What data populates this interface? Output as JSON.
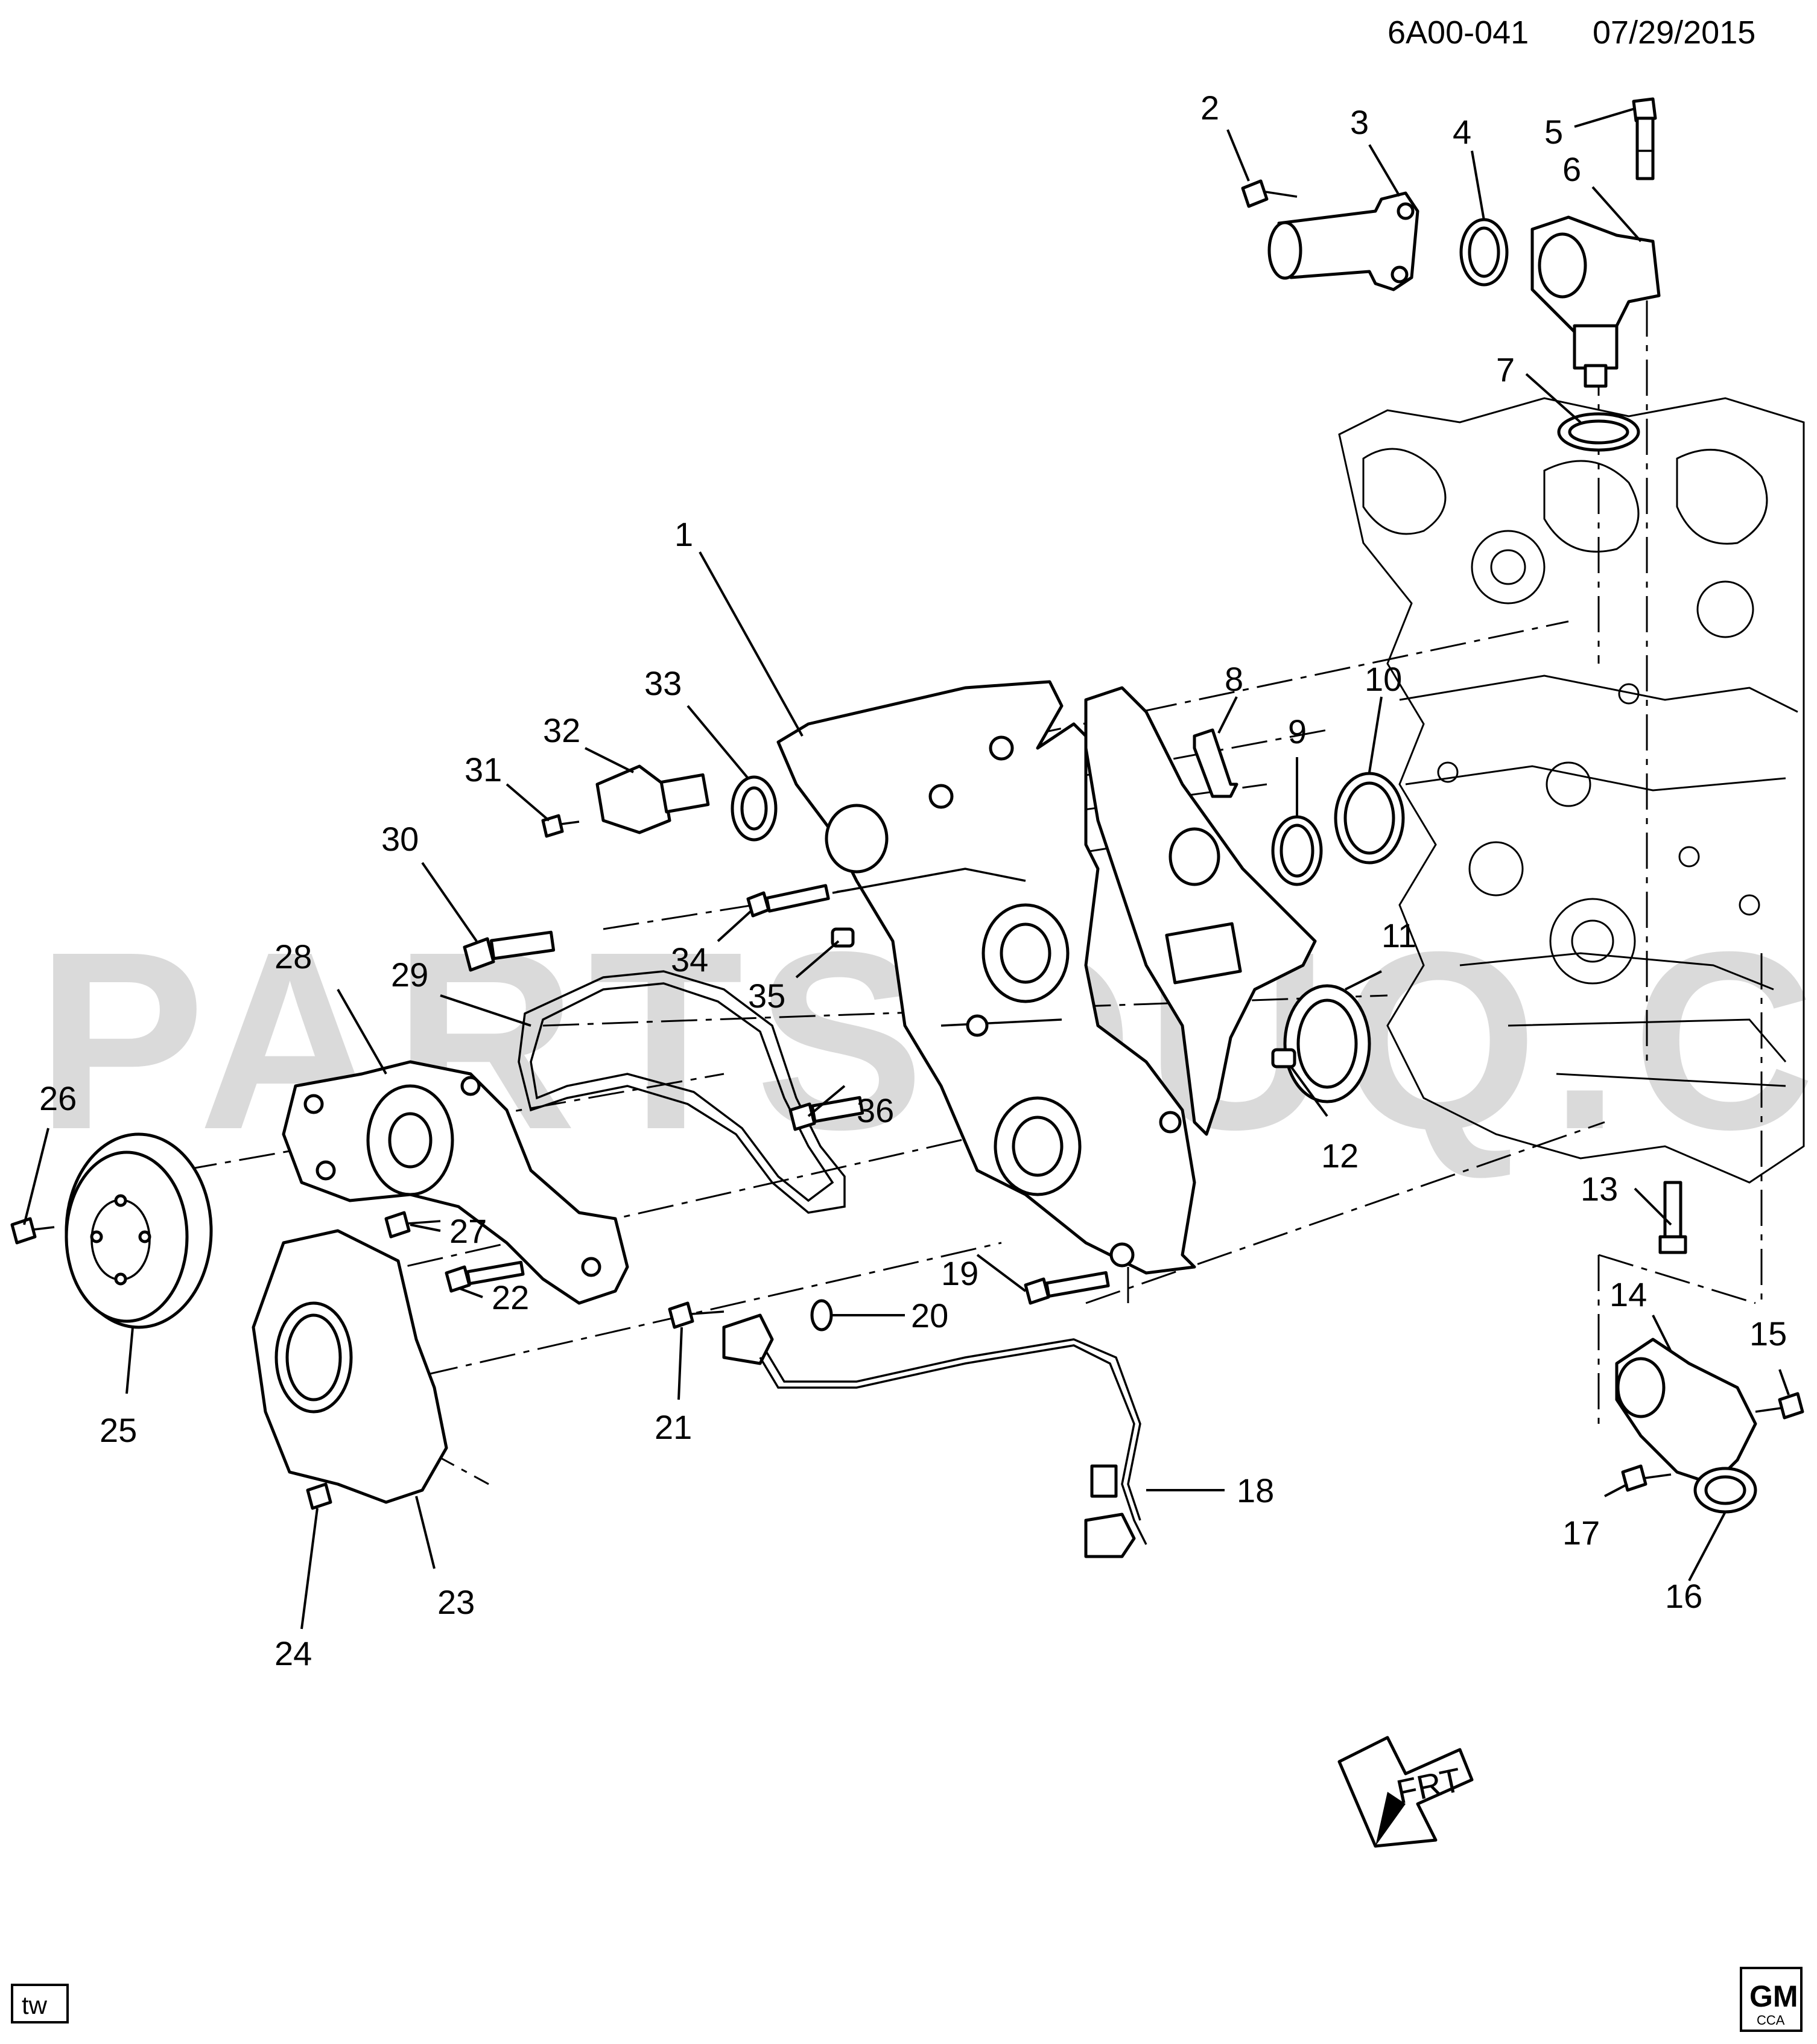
{
  "header": {
    "drawing_id": "6A00-041",
    "date": "07/29/2015"
  },
  "watermark": "PARTSOUQ.COM",
  "frt_label": "FRT",
  "footer": {
    "left_tag": "tw",
    "gm_logo": "GM",
    "gm_logo_sub": "CCA"
  },
  "callouts": [
    "1",
    "2",
    "3",
    "4",
    "5",
    "6",
    "7",
    "8",
    "9",
    "10",
    "11",
    "12",
    "13",
    "14",
    "15",
    "16",
    "17",
    "18",
    "19",
    "20",
    "21",
    "22",
    "23",
    "24",
    "25",
    "26",
    "27",
    "28",
    "29",
    "30",
    "31",
    "32",
    "33",
    "34",
    "35",
    "36"
  ]
}
